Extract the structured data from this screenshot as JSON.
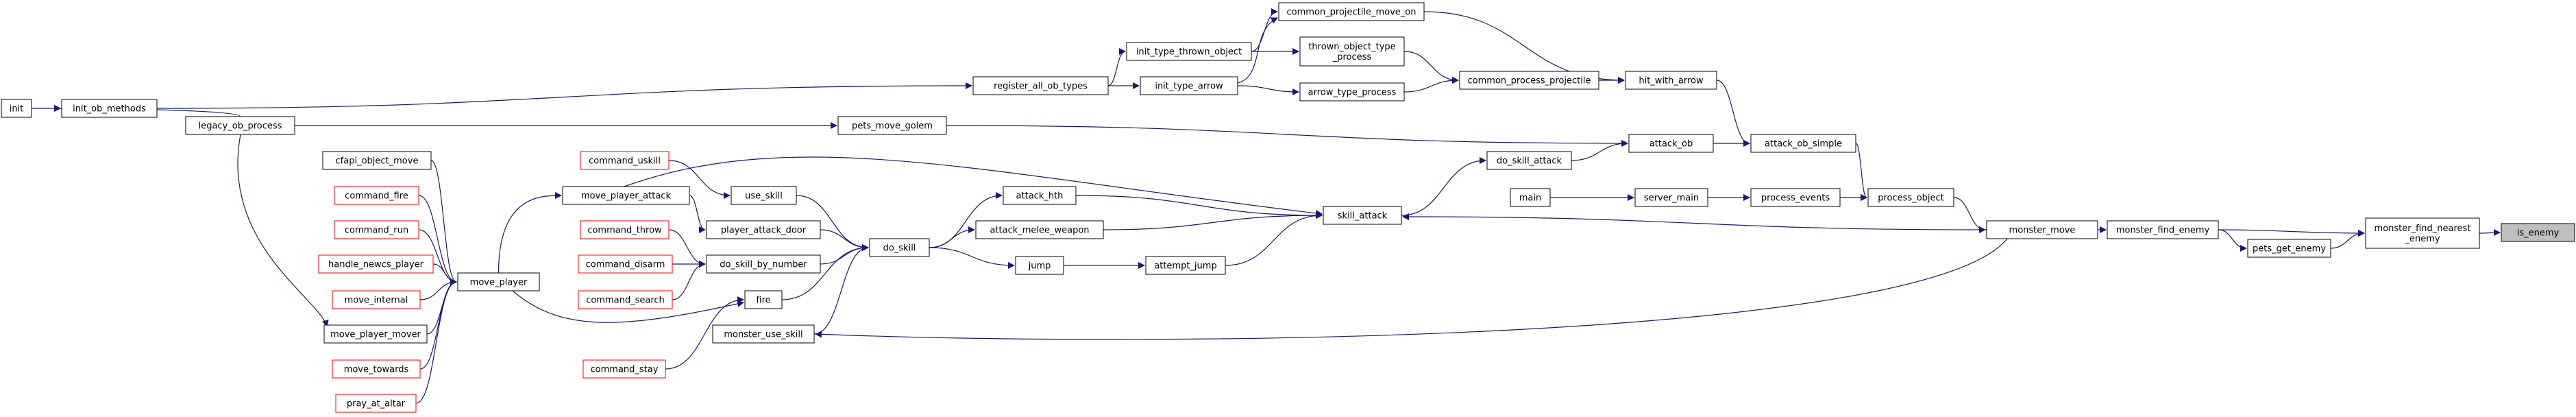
{
  "colors": {
    "edge": "#191970",
    "box_border_normal": "#000000",
    "box_border_truncated": "#ff0000",
    "box_fill": "#ffffff",
    "root_fill": "#bfbfbf"
  },
  "graph": {
    "nodes": [
      {
        "id": "init",
        "label": "init",
        "style": "normal"
      },
      {
        "id": "init_ob_methods",
        "label": "init_ob_methods",
        "style": "normal"
      },
      {
        "id": "legacy_ob_process",
        "label": "legacy_ob_process",
        "style": "normal"
      },
      {
        "id": "register_all_ob_types",
        "label": "register_all_ob_types",
        "style": "normal"
      },
      {
        "id": "init_type_thrown_object",
        "label": "init_type_thrown_object",
        "style": "normal"
      },
      {
        "id": "init_type_arrow",
        "label": "init_type_arrow",
        "style": "normal"
      },
      {
        "id": "common_projectile_move_on",
        "label": "common_projectile_move_on",
        "style": "normal"
      },
      {
        "id": "thrown_object_type_process",
        "label": [
          "thrown_object_type",
          "_process"
        ],
        "style": "normal"
      },
      {
        "id": "arrow_type_process",
        "label": "arrow_type_process",
        "style": "normal"
      },
      {
        "id": "common_process_projectile",
        "label": "common_process_projectile",
        "style": "normal"
      },
      {
        "id": "hit_with_arrow",
        "label": "hit_with_arrow",
        "style": "normal"
      },
      {
        "id": "pets_move_golem",
        "label": "pets_move_golem",
        "style": "normal"
      },
      {
        "id": "attack_ob",
        "label": "attack_ob",
        "style": "normal"
      },
      {
        "id": "attack_ob_simple",
        "label": "attack_ob_simple",
        "style": "normal"
      },
      {
        "id": "do_skill_attack",
        "label": "do_skill_attack",
        "style": "normal"
      },
      {
        "id": "main",
        "label": "main",
        "style": "normal"
      },
      {
        "id": "server_main",
        "label": "server_main",
        "style": "normal"
      },
      {
        "id": "process_events",
        "label": "process_events",
        "style": "normal"
      },
      {
        "id": "process_object",
        "label": "process_object",
        "style": "normal"
      },
      {
        "id": "skill_attack",
        "label": "skill_attack",
        "style": "normal"
      },
      {
        "id": "command_uskill",
        "label": "command_uskill",
        "style": "truncated"
      },
      {
        "id": "use_skill",
        "label": "use_skill",
        "style": "normal"
      },
      {
        "id": "move_player_attack",
        "label": "move_player_attack",
        "style": "normal"
      },
      {
        "id": "cfapi_object_move",
        "label": "cfapi_object_move",
        "style": "normal"
      },
      {
        "id": "command_fire",
        "label": "command_fire",
        "style": "truncated"
      },
      {
        "id": "command_run",
        "label": "command_run",
        "style": "truncated"
      },
      {
        "id": "handle_newcs_player",
        "label": "handle_newcs_player",
        "style": "truncated"
      },
      {
        "id": "move_internal",
        "label": "move_internal",
        "style": "truncated"
      },
      {
        "id": "move_player_mover",
        "label": "move_player_mover",
        "style": "normal"
      },
      {
        "id": "move_towards",
        "label": "move_towards",
        "style": "truncated"
      },
      {
        "id": "pray_at_altar",
        "label": "pray_at_altar",
        "style": "truncated"
      },
      {
        "id": "move_player",
        "label": "move_player",
        "style": "normal"
      },
      {
        "id": "command_throw",
        "label": "command_throw",
        "style": "truncated"
      },
      {
        "id": "command_disarm",
        "label": "command_disarm",
        "style": "truncated"
      },
      {
        "id": "command_search",
        "label": "command_search",
        "style": "truncated"
      },
      {
        "id": "player_attack_door",
        "label": "player_attack_door",
        "style": "normal"
      },
      {
        "id": "do_skill_by_number",
        "label": "do_skill_by_number",
        "style": "normal"
      },
      {
        "id": "fire",
        "label": "fire",
        "style": "normal"
      },
      {
        "id": "monster_use_skill",
        "label": "monster_use_skill",
        "style": "normal"
      },
      {
        "id": "command_stay",
        "label": "command_stay",
        "style": "truncated"
      },
      {
        "id": "attack_hth",
        "label": "attack_hth",
        "style": "normal"
      },
      {
        "id": "attack_melee_weapon",
        "label": "attack_melee_weapon",
        "style": "normal"
      },
      {
        "id": "do_skill",
        "label": "do_skill",
        "style": "normal"
      },
      {
        "id": "jump",
        "label": "jump",
        "style": "normal"
      },
      {
        "id": "attempt_jump",
        "label": "attempt_jump",
        "style": "normal"
      },
      {
        "id": "monster_move",
        "label": "monster_move",
        "style": "normal"
      },
      {
        "id": "monster_find_enemy",
        "label": "monster_find_enemy",
        "style": "normal"
      },
      {
        "id": "pets_get_enemy",
        "label": "pets_get_enemy",
        "style": "normal"
      },
      {
        "id": "monster_find_nearest_enemy",
        "label": [
          "monster_find_nearest",
          "_enemy"
        ],
        "style": "normal"
      },
      {
        "id": "is_enemy",
        "label": "is_enemy",
        "style": "root"
      }
    ],
    "edges": [
      {
        "from": "init",
        "to": "init_ob_methods"
      },
      {
        "from": "init_ob_methods",
        "to": "register_all_ob_types"
      },
      {
        "from": "legacy_ob_process",
        "to": "init_ob_methods"
      },
      {
        "from": "register_all_ob_types",
        "to": "init_type_thrown_object"
      },
      {
        "from": "register_all_ob_types",
        "to": "init_type_arrow"
      },
      {
        "from": "init_type_thrown_object",
        "to": "common_projectile_move_on"
      },
      {
        "from": "init_type_thrown_object",
        "to": "thrown_object_type_process"
      },
      {
        "from": "init_type_arrow",
        "to": "common_projectile_move_on"
      },
      {
        "from": "init_type_arrow",
        "to": "arrow_type_process"
      },
      {
        "from": "thrown_object_type_process",
        "to": "common_process_projectile"
      },
      {
        "from": "arrow_type_process",
        "to": "common_process_projectile"
      },
      {
        "from": "common_projectile_move_on",
        "to": "hit_with_arrow"
      },
      {
        "from": "common_process_projectile",
        "to": "hit_with_arrow"
      },
      {
        "from": "hit_with_arrow",
        "to": "attack_ob_simple"
      },
      {
        "from": "legacy_ob_process",
        "to": "pets_move_golem"
      },
      {
        "from": "pets_move_golem",
        "to": "attack_ob"
      },
      {
        "from": "attack_ob",
        "to": "attack_ob_simple"
      },
      {
        "from": "do_skill_attack",
        "to": "attack_ob"
      },
      {
        "from": "skill_attack",
        "to": "do_skill_attack"
      },
      {
        "from": "attack_ob_simple",
        "to": "process_object"
      },
      {
        "from": "main",
        "to": "server_main"
      },
      {
        "from": "server_main",
        "to": "process_events"
      },
      {
        "from": "process_events",
        "to": "process_object"
      },
      {
        "from": "process_object",
        "to": "monster_move"
      },
      {
        "from": "command_uskill",
        "to": "use_skill"
      },
      {
        "from": "use_skill",
        "to": "do_skill"
      },
      {
        "from": "move_player_attack",
        "to": "skill_attack"
      },
      {
        "from": "move_player_attack",
        "to": "player_attack_door"
      },
      {
        "from": "cfapi_object_move",
        "to": "move_player"
      },
      {
        "from": "command_fire",
        "to": "move_player"
      },
      {
        "from": "command_run",
        "to": "move_player"
      },
      {
        "from": "handle_newcs_player",
        "to": "move_player"
      },
      {
        "from": "move_internal",
        "to": "move_player"
      },
      {
        "from": "move_player_mover",
        "to": "move_player"
      },
      {
        "from": "move_towards",
        "to": "move_player"
      },
      {
        "from": "pray_at_altar",
        "to": "move_player"
      },
      {
        "from": "legacy_ob_process",
        "to": "move_player_mover"
      },
      {
        "from": "move_player",
        "to": "move_player_attack"
      },
      {
        "from": "move_player",
        "to": "fire"
      },
      {
        "from": "command_throw",
        "to": "do_skill_by_number"
      },
      {
        "from": "command_disarm",
        "to": "do_skill_by_number"
      },
      {
        "from": "command_search",
        "to": "do_skill_by_number"
      },
      {
        "from": "command_stay",
        "to": "fire"
      },
      {
        "from": "player_attack_door",
        "to": "do_skill"
      },
      {
        "from": "do_skill_by_number",
        "to": "do_skill"
      },
      {
        "from": "fire",
        "to": "do_skill"
      },
      {
        "from": "monster_use_skill",
        "to": "do_skill"
      },
      {
        "from": "do_skill",
        "to": "attack_hth"
      },
      {
        "from": "do_skill",
        "to": "attack_melee_weapon"
      },
      {
        "from": "do_skill",
        "to": "jump"
      },
      {
        "from": "attack_hth",
        "to": "skill_attack"
      },
      {
        "from": "attack_melee_weapon",
        "to": "skill_attack"
      },
      {
        "from": "jump",
        "to": "attempt_jump"
      },
      {
        "from": "attempt_jump",
        "to": "skill_attack"
      },
      {
        "from": "monster_move",
        "to": "skill_attack"
      },
      {
        "from": "monster_move",
        "to": "monster_use_skill"
      },
      {
        "from": "monster_move",
        "to": "monster_find_enemy"
      },
      {
        "from": "monster_find_enemy",
        "to": "pets_get_enemy"
      },
      {
        "from": "monster_find_enemy",
        "to": "monster_find_nearest_enemy"
      },
      {
        "from": "pets_get_enemy",
        "to": "monster_find_nearest_enemy"
      },
      {
        "from": "monster_find_nearest_enemy",
        "to": "is_enemy"
      }
    ]
  }
}
